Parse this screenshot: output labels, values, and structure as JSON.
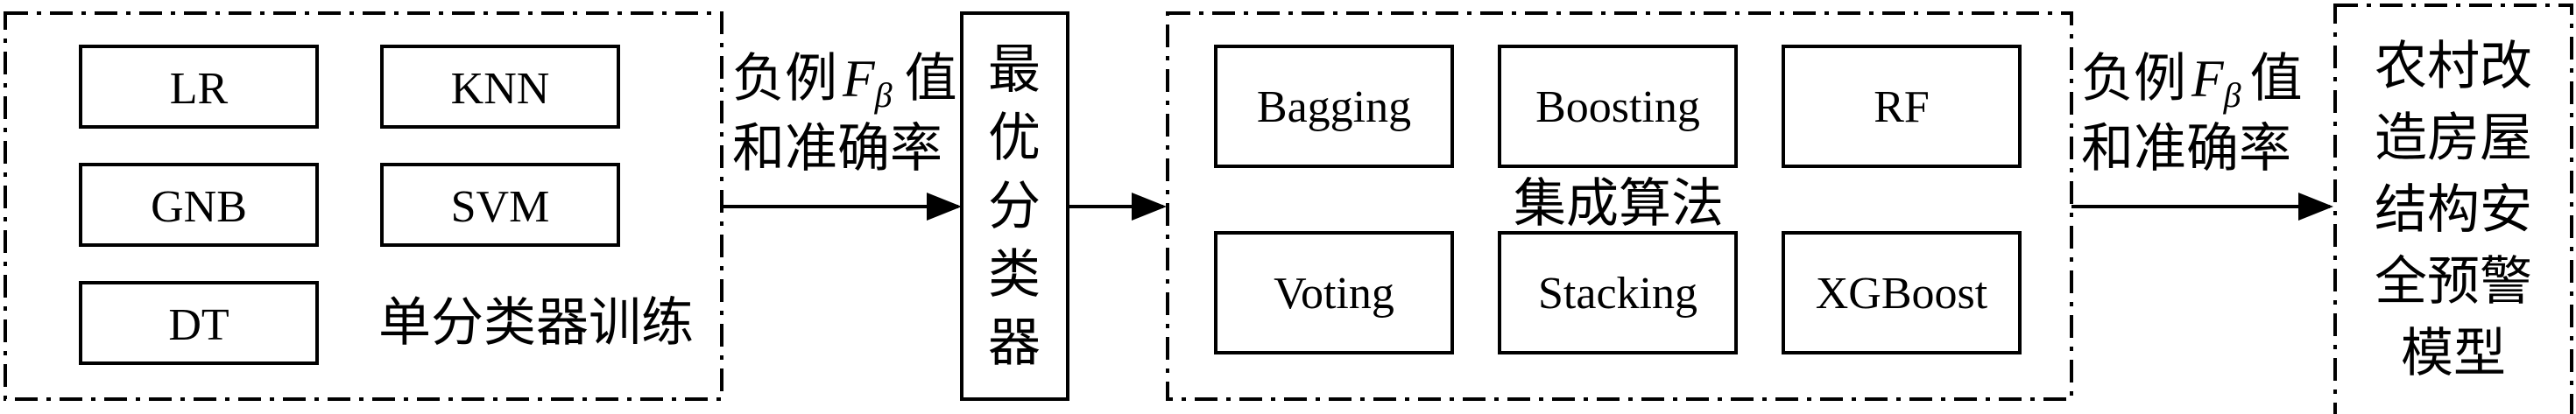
{
  "single_classifiers": {
    "items": [
      "LR",
      "KNN",
      "GNB",
      "SVM",
      "DT"
    ],
    "title": "单分类器训练"
  },
  "arrow1_label": {
    "line1_prefix": "负例",
    "f": "F",
    "beta": "β",
    "line1_suffix": "值",
    "line2": "和准确率"
  },
  "best_classifier": {
    "chars": [
      "最",
      "优",
      "分",
      "类",
      "器"
    ]
  },
  "ensemble": {
    "items": [
      "Bagging",
      "Boosting",
      "RF",
      "Voting",
      "Stacking",
      "XGBoost"
    ],
    "title": "集成算法"
  },
  "arrow3_label": {
    "line1_prefix": "负例",
    "f": "F",
    "beta": "β",
    "line1_suffix": "值",
    "line2": "和准确率"
  },
  "final_model": {
    "lines": [
      "农村改",
      "造房屋",
      "结构安",
      "全预警",
      "模型"
    ]
  }
}
